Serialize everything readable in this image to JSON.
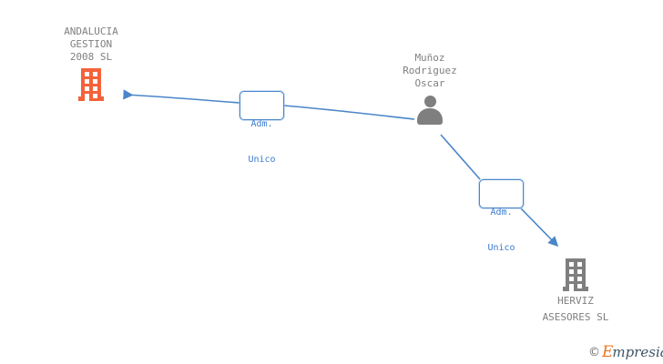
{
  "diagram": {
    "type": "org-relationship-graph",
    "background_color": "#ffffff",
    "nodes": [
      {
        "id": "andalucia",
        "kind": "company",
        "icon": "building-icon",
        "color": "#f4623a",
        "label_lines": [
          "ANDALUCIA",
          "GESTION",
          "2008 SL"
        ],
        "label_color": "#808080",
        "label_position": "above"
      },
      {
        "id": "person",
        "kind": "person",
        "icon": "person-icon",
        "color": "#7f7f7f",
        "label_lines": [
          "Muñoz",
          "Rodriguez",
          "Oscar"
        ],
        "label_color": "#808080",
        "label_position": "above"
      },
      {
        "id": "herviz",
        "kind": "company",
        "icon": "building-icon",
        "color": "#7f7f7f",
        "label_lines": [
          "HERVIZ",
          "ASESORES SL"
        ],
        "label_color": "#808080",
        "label_position": "below"
      }
    ],
    "edges": [
      {
        "id": "edge-person-andalucia",
        "from": "person",
        "to": "andalucia",
        "label_lines": [
          "Adm.",
          "Unico"
        ],
        "color": "#4a86c8",
        "arrow": "end"
      },
      {
        "id": "edge-person-herviz",
        "from": "person",
        "to": "herviz",
        "label_lines": [
          "Adm.",
          "Unico"
        ],
        "color": "#4a86c8",
        "arrow": "end"
      }
    ]
  },
  "watermark": {
    "copyright_symbol": "©",
    "brand_initial": "E",
    "brand_rest": "mpresia",
    "initial_color": "#ef7622",
    "rest_color": "#3b5566"
  }
}
